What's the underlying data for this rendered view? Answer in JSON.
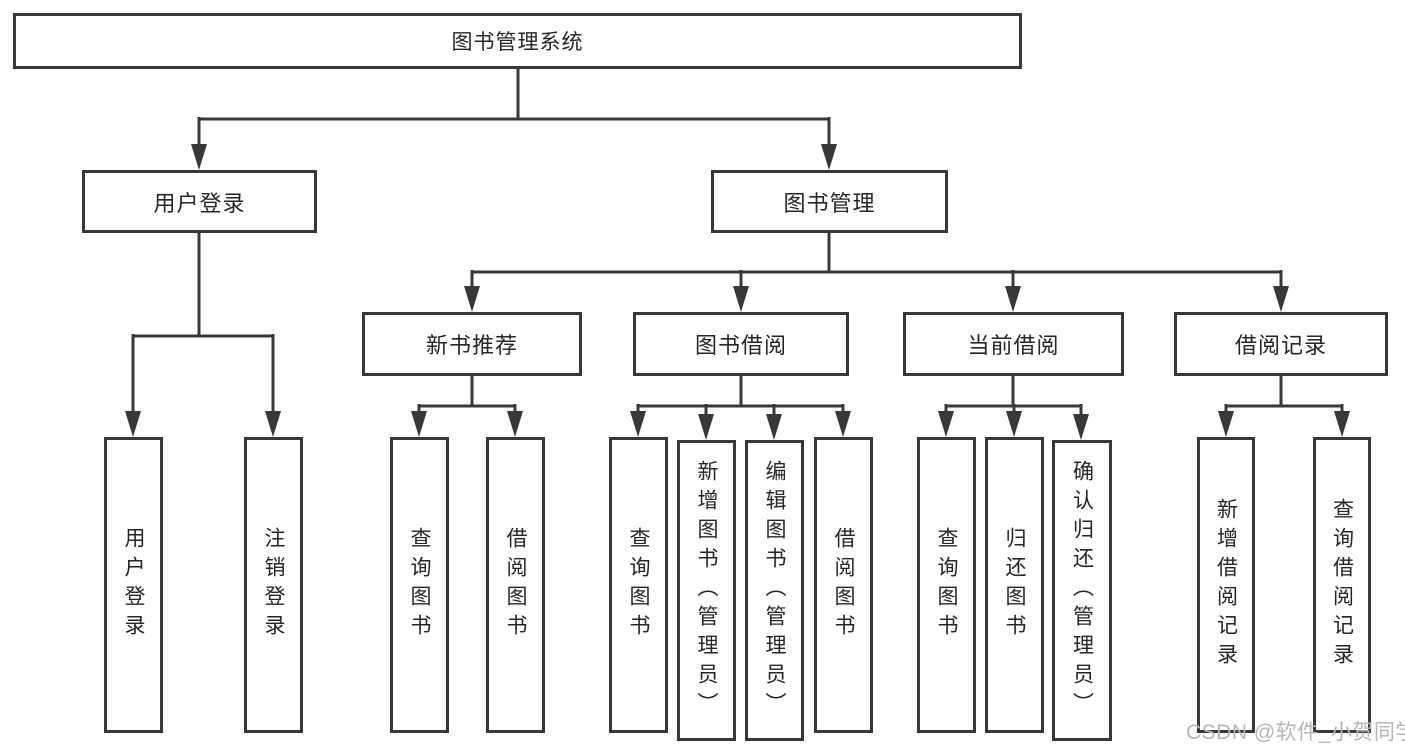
{
  "diagram": {
    "root": {
      "label": "图书管理系统"
    },
    "level2": [
      {
        "label": "用户登录"
      },
      {
        "label": "图书管理"
      }
    ],
    "level3": [
      {
        "label": "新书推荐"
      },
      {
        "label": "图书借阅"
      },
      {
        "label": "当前借阅"
      },
      {
        "label": "借阅记录"
      }
    ],
    "leaves": {
      "user_login": [
        "用户登录",
        "注销登录"
      ],
      "new_book": [
        "查询图书",
        "借阅图书"
      ],
      "book_borrow": [
        "查询图书",
        "新增图书（管理员）",
        "编辑图书（管理员）",
        "借阅图书"
      ],
      "current_borrow": [
        "查询图书",
        "归还图书",
        "确认归还（管理员）"
      ],
      "borrow_records": [
        "新增借阅记录",
        "查询借阅记录"
      ]
    },
    "colors": {
      "line": "#383838",
      "text": "#262626",
      "background": "#ffffff",
      "watermark": "#b4b6ba"
    },
    "watermark": {
      "text": "CSDN @软件_小贺同学"
    }
  }
}
